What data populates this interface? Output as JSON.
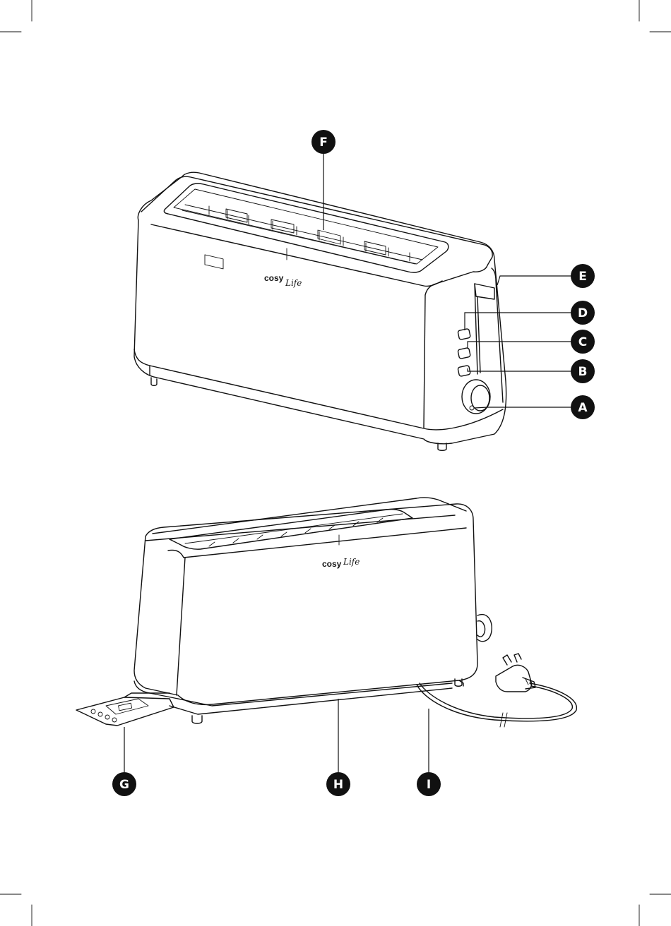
{
  "callouts": {
    "a": "A",
    "b": "B",
    "c": "C",
    "d": "D",
    "e": "E",
    "f": "F",
    "g": "G",
    "h": "H",
    "i": "I"
  },
  "brand": {
    "wordmark_bold": "cosy",
    "wordmark_script": "Life"
  },
  "colors": {
    "callout_fill": "#111111",
    "line": "#111111",
    "background": "#ffffff"
  }
}
